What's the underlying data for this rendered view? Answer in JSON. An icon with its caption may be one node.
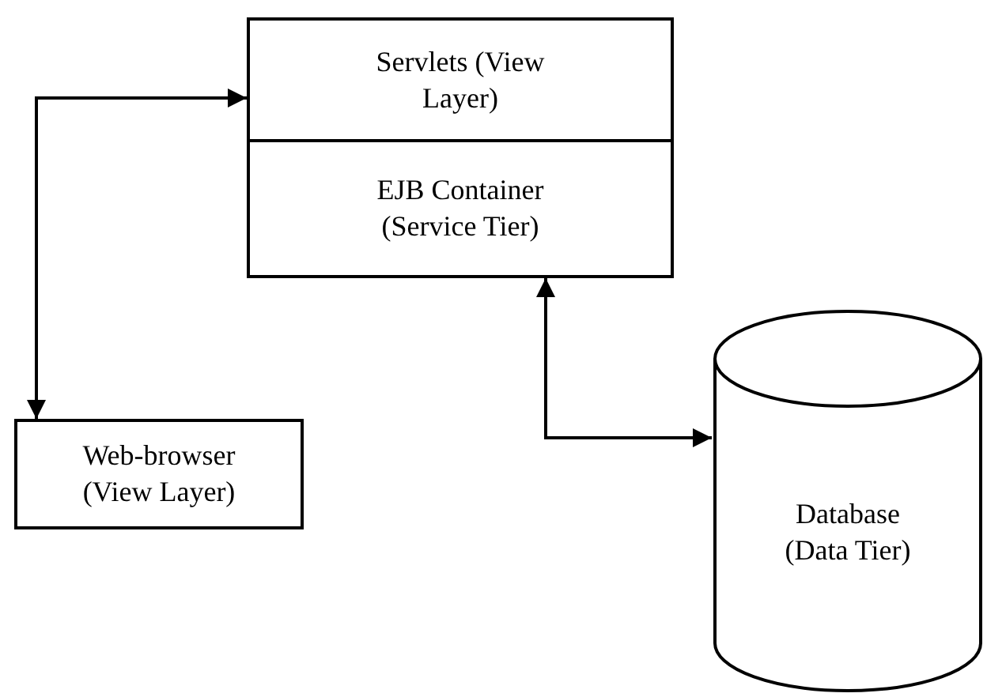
{
  "diagram": {
    "nodes": [
      {
        "text": [
          "Servlets (View Layer)"
        ]
      },
      {
        "text": [
          "EJB Container (Service Tier)"
        ]
      },
      {
        "text": [
          "Web-browser (View Layer)"
        ]
      },
      {
        "text": [
          "Database (Data Tier)"
        ]
      }
    ],
    "edges": [
      {
        "from": 2,
        "to": 0,
        "arrow": "both"
      },
      {
        "from": 1,
        "to": 3,
        "arrow": "both"
      }
    ]
  }
}
